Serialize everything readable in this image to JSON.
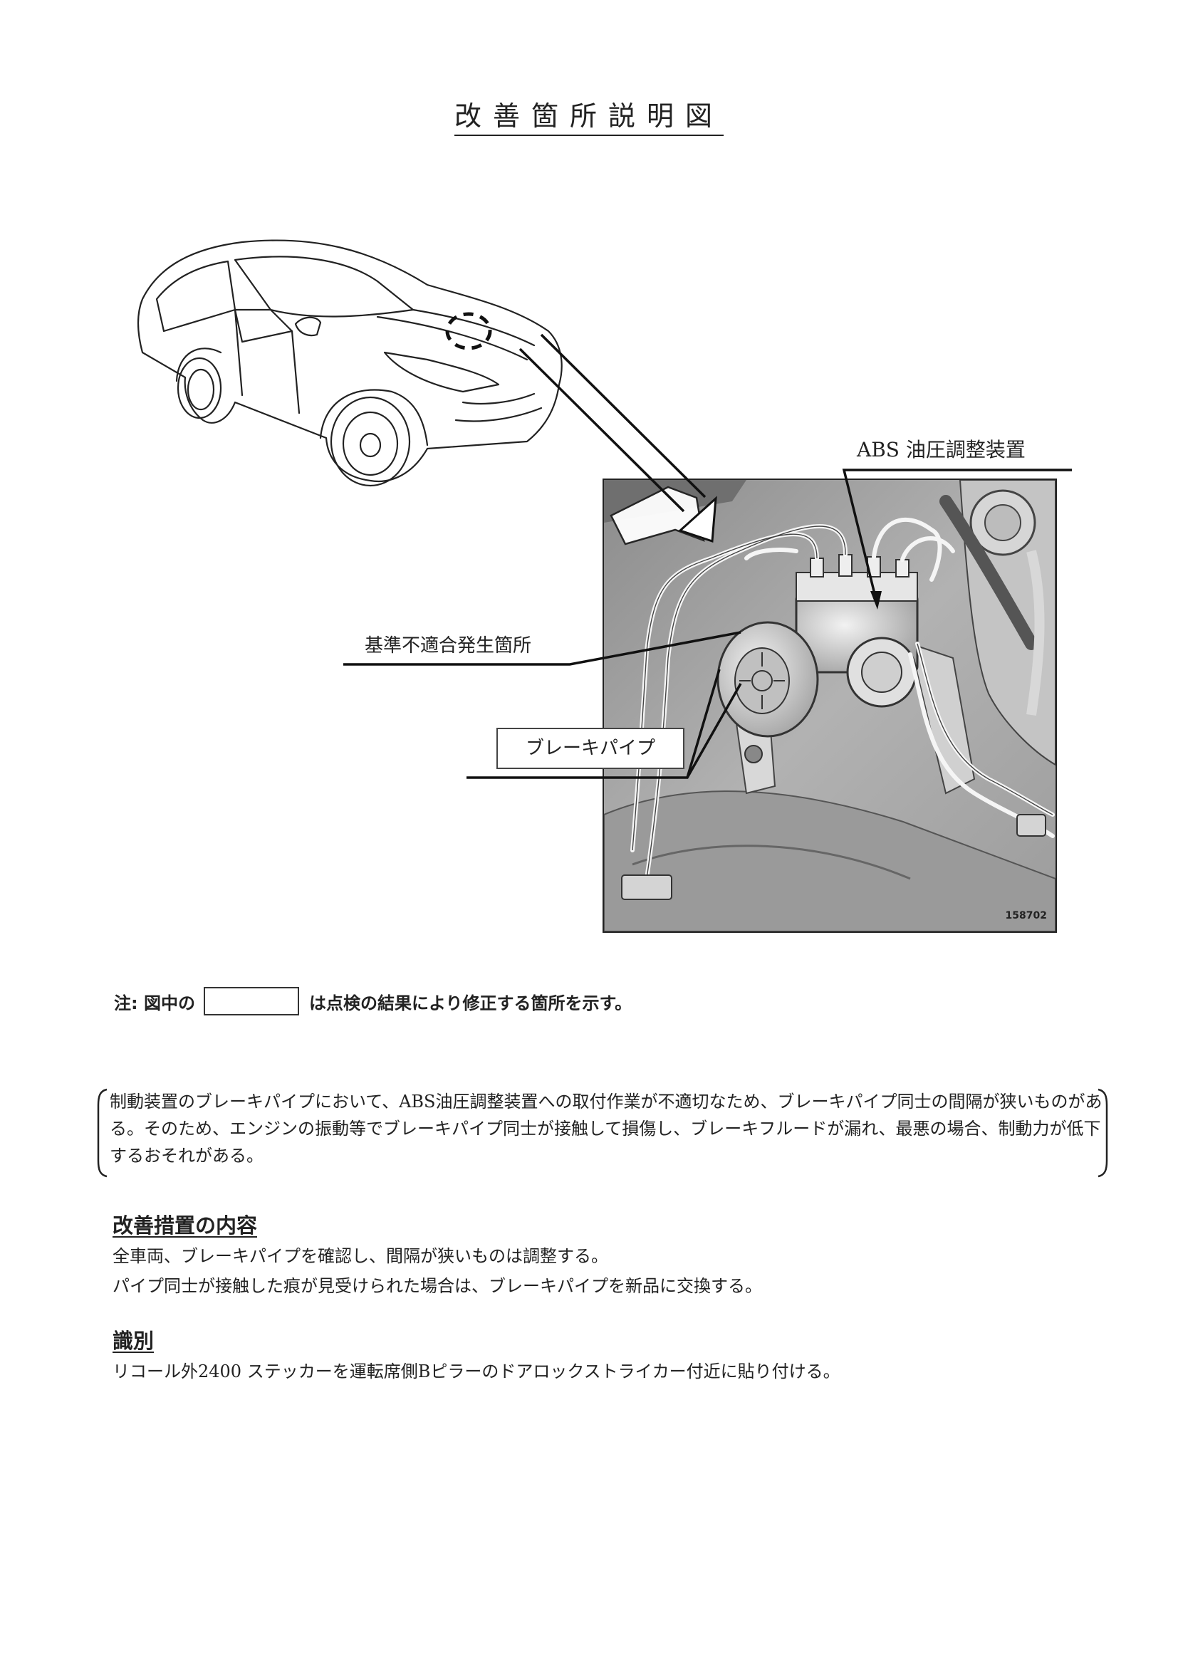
{
  "document": {
    "title": "改善箇所説明図"
  },
  "figure": {
    "callouts": {
      "abs_unit": "ABS 油圧調整装置",
      "defect_location": "基準不適合発生箇所",
      "brake_pipe": "ブレーキパイプ"
    },
    "photo_id": "158702"
  },
  "note": {
    "prefix": "注:  図中の",
    "suffix": "は点検の結果により修正する箇所を示す。"
  },
  "summary": {
    "text": "制動装置のブレーキパイプにおいて、ABS油圧調整装置への取付作業が不適切なため、ブレーキパイプ同士の間隔が狭いものがある。そのため、エンジンの振動等でブレーキパイプ同士が接触して損傷し、ブレーキフルードが漏れ、最悪の場合、制動力が低下するおそれがある。"
  },
  "measures": {
    "title": "改善措置の内容",
    "lines": [
      "全車両、ブレーキパイプを確認し、間隔が狭いものは調整する。",
      "パイプ同士が接触した痕が見受けられた場合は、ブレーキパイプを新品に交換する。"
    ]
  },
  "identification": {
    "title": "識別",
    "lines": [
      "リコール外2400 ステッカーを運転席側Bピラーのドアロックストライカー付近に貼り付ける。"
    ]
  }
}
